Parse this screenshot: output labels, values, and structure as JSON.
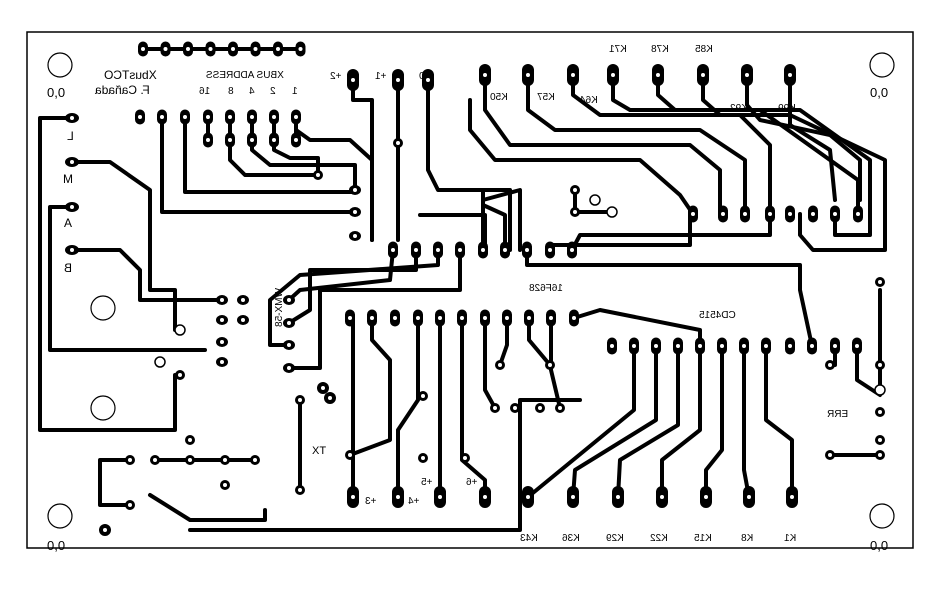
{
  "board": {
    "title": "XbusTCO",
    "author": "F. Cañada",
    "address_title": "XBUS ADDRESS",
    "address_bits": [
      "1",
      "2",
      "4",
      "8",
      "16"
    ],
    "corner_labels": [
      "0,0",
      "0,0",
      "0,0",
      "0,0"
    ],
    "inputs": [
      "+0",
      "+1",
      "+2",
      "+3",
      "+4",
      "+5",
      "+6"
    ],
    "top_k": [
      "K50",
      "K57",
      "K64",
      "K71",
      "K78",
      "K85",
      "K92",
      "K99"
    ],
    "bottom_k": [
      "K43",
      "K36",
      "K29",
      "K22",
      "K15",
      "K8",
      "K1"
    ],
    "side_labels": [
      "L",
      "M",
      "A",
      "B"
    ],
    "ic1": "16F628",
    "ic2": "CD4515",
    "conn": "WMX-58",
    "tx": "TX",
    "err": "ERR"
  },
  "colors": {
    "copper": "#000000",
    "background": "#ffffff"
  }
}
